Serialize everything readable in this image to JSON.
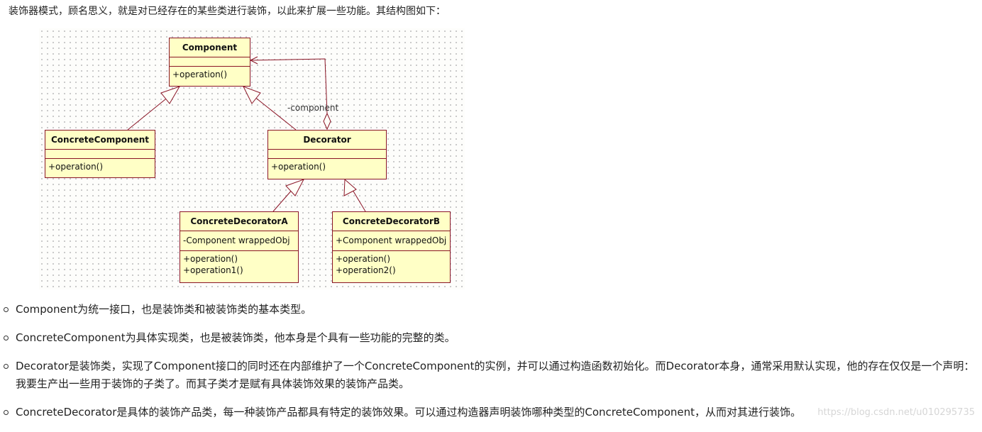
{
  "intro_text": "装饰器模式，顾名思义，就是对已经存在的某些类进行装饰，以此来扩展一些功能。其结构图如下：",
  "diagram": {
    "classes": {
      "component": {
        "name": "Component",
        "ops": [
          "+operation()"
        ]
      },
      "concrete_component": {
        "name": "ConcreteComponent",
        "ops": [
          "+operation()"
        ]
      },
      "decorator": {
        "name": "Decorator",
        "ops": [
          "+operation()"
        ]
      },
      "concrete_decorator_a": {
        "name": "ConcreteDecoratorA",
        "attrs": [
          "-Component wrappedObj"
        ],
        "ops": [
          "+operation()",
          "+operation1()"
        ]
      },
      "concrete_decorator_b": {
        "name": "ConcreteDecoratorB",
        "attrs": [
          "+Component wrappedObj"
        ],
        "ops": [
          "+operation()",
          "+operation2()"
        ]
      }
    },
    "role_label": "-component",
    "colors": {
      "class_fill": "#ffffc6",
      "class_border": "#8a1526",
      "connector": "#8a1526"
    }
  },
  "bullets": [
    "Component为统一接口，也是装饰类和被装饰类的基本类型。",
    "ConcreteComponent为具体实现类，也是被装饰类，他本身是个具有一些功能的完整的类。",
    "Decorator是装饰类，实现了Component接口的同时还在内部维护了一个ConcreteComponent的实例，并可以通过构造函数初始化。而Decorator本身，通常采用默认实现，他的存在仅仅是一个声明：我要生产出一些用于装饰的子类了。而其子类才是赋有具体装饰效果的装饰产品类。",
    "ConcreteDecorator是具体的装饰产品类，每一种装饰产品都具有特定的装饰效果。可以通过构造器声明装饰哪种类型的ConcreteComponent，从而对其进行装饰。"
  ],
  "watermark": "https://blog.csdn.net/u010295735"
}
